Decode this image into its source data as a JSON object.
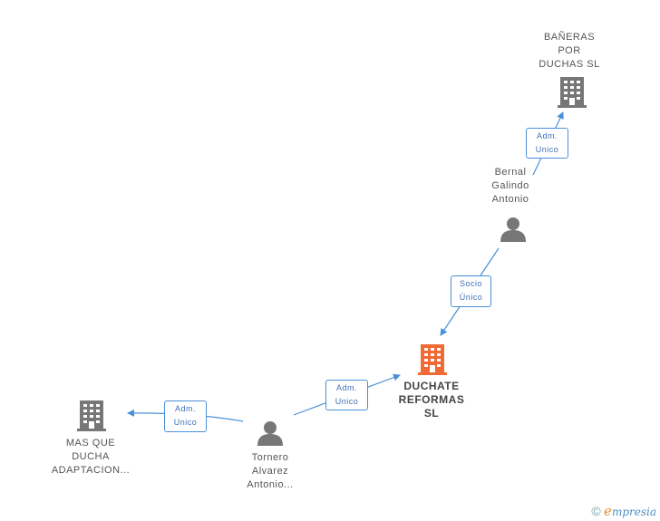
{
  "nodes": {
    "banieras": {
      "label": "BAÑERAS\nPOR\nDUCHAS SL",
      "type": "company"
    },
    "bernal": {
      "label": "Bernal\nGalindo\nAntonio",
      "type": "person"
    },
    "duchate": {
      "label": "DUCHATE\nREFORMAS\nSL",
      "type": "company",
      "highlight": true
    },
    "tornero": {
      "label": "Tornero\nAlvarez\nAntonio...",
      "type": "person"
    },
    "masque": {
      "label": "MAS QUE\nDUCHA\nADAPTACION...",
      "type": "company"
    }
  },
  "edges": {
    "bernal_banieras": {
      "label": "Adm.\nUnico"
    },
    "bernal_duchate": {
      "label": "Socio\nÚnico"
    },
    "tornero_duchate": {
      "label": "Adm.\nUnico"
    },
    "tornero_masque": {
      "label": "Adm.\nUnico"
    }
  },
  "footer": {
    "copyright": "©",
    "brand_initial": "e",
    "brand_rest": "mpresia"
  },
  "colors": {
    "edge": "#4a90d9",
    "company_icon": "#777777",
    "highlight_icon": "#f06a35",
    "person_icon": "#777777"
  }
}
